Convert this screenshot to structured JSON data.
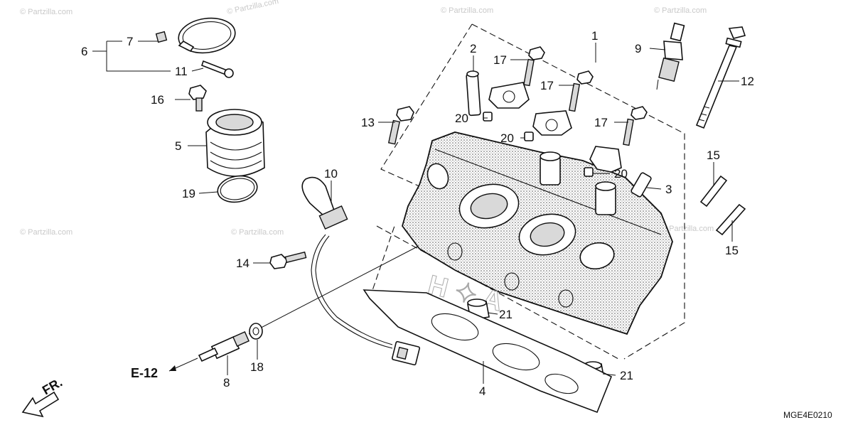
{
  "watermark": "© Partzilla.com",
  "diagram_code": "MGE4E0210",
  "ref_label": "E-12",
  "front_label": "FR.",
  "callouts": {
    "c1": "1",
    "c2": "2",
    "c3": "3",
    "c4": "4",
    "c5": "5",
    "c6": "6",
    "c7": "7",
    "c8": "8",
    "c9": "9",
    "c10": "10",
    "c11": "11",
    "c12": "12",
    "c13": "13",
    "c14": "14",
    "c15a": "15",
    "c15b": "15",
    "c16": "16",
    "c17a": "17",
    "c17b": "17",
    "c17c": "17",
    "c18": "18",
    "c19": "19",
    "c20a": "20",
    "c20b": "20",
    "c20c": "20",
    "c21a": "21",
    "c21b": "21"
  }
}
